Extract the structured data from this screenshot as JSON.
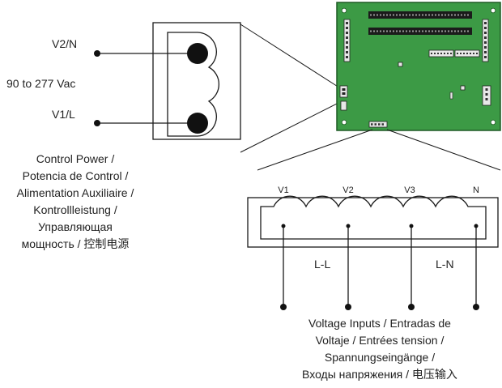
{
  "control_power": {
    "terminal_top_label": "V2/N",
    "terminal_bottom_label": "V1/L",
    "voltage_range": "90 to 277 Vac",
    "caption_lines": [
      "Control Power /",
      "Potencia de Control /",
      "Alimentation Auxiliaire /",
      "Kontrollleistung /",
      "Управляющая",
      "мощность / 控制电源"
    ]
  },
  "voltage_inputs": {
    "terminal_labels": [
      "V1",
      "V2",
      "V3",
      "N"
    ],
    "ll_label": "L-L",
    "ln_label": "L-N",
    "caption_lines": [
      "Voltage Inputs / Entradas de",
      "Voltaje / Entrées tension /",
      "Spannungseingänge /",
      "Входы напряжения / 电压输入"
    ]
  },
  "colors": {
    "board_green": "#3c9a45",
    "board_edge": "#1f5a25",
    "line": "#1a1a1a"
  }
}
